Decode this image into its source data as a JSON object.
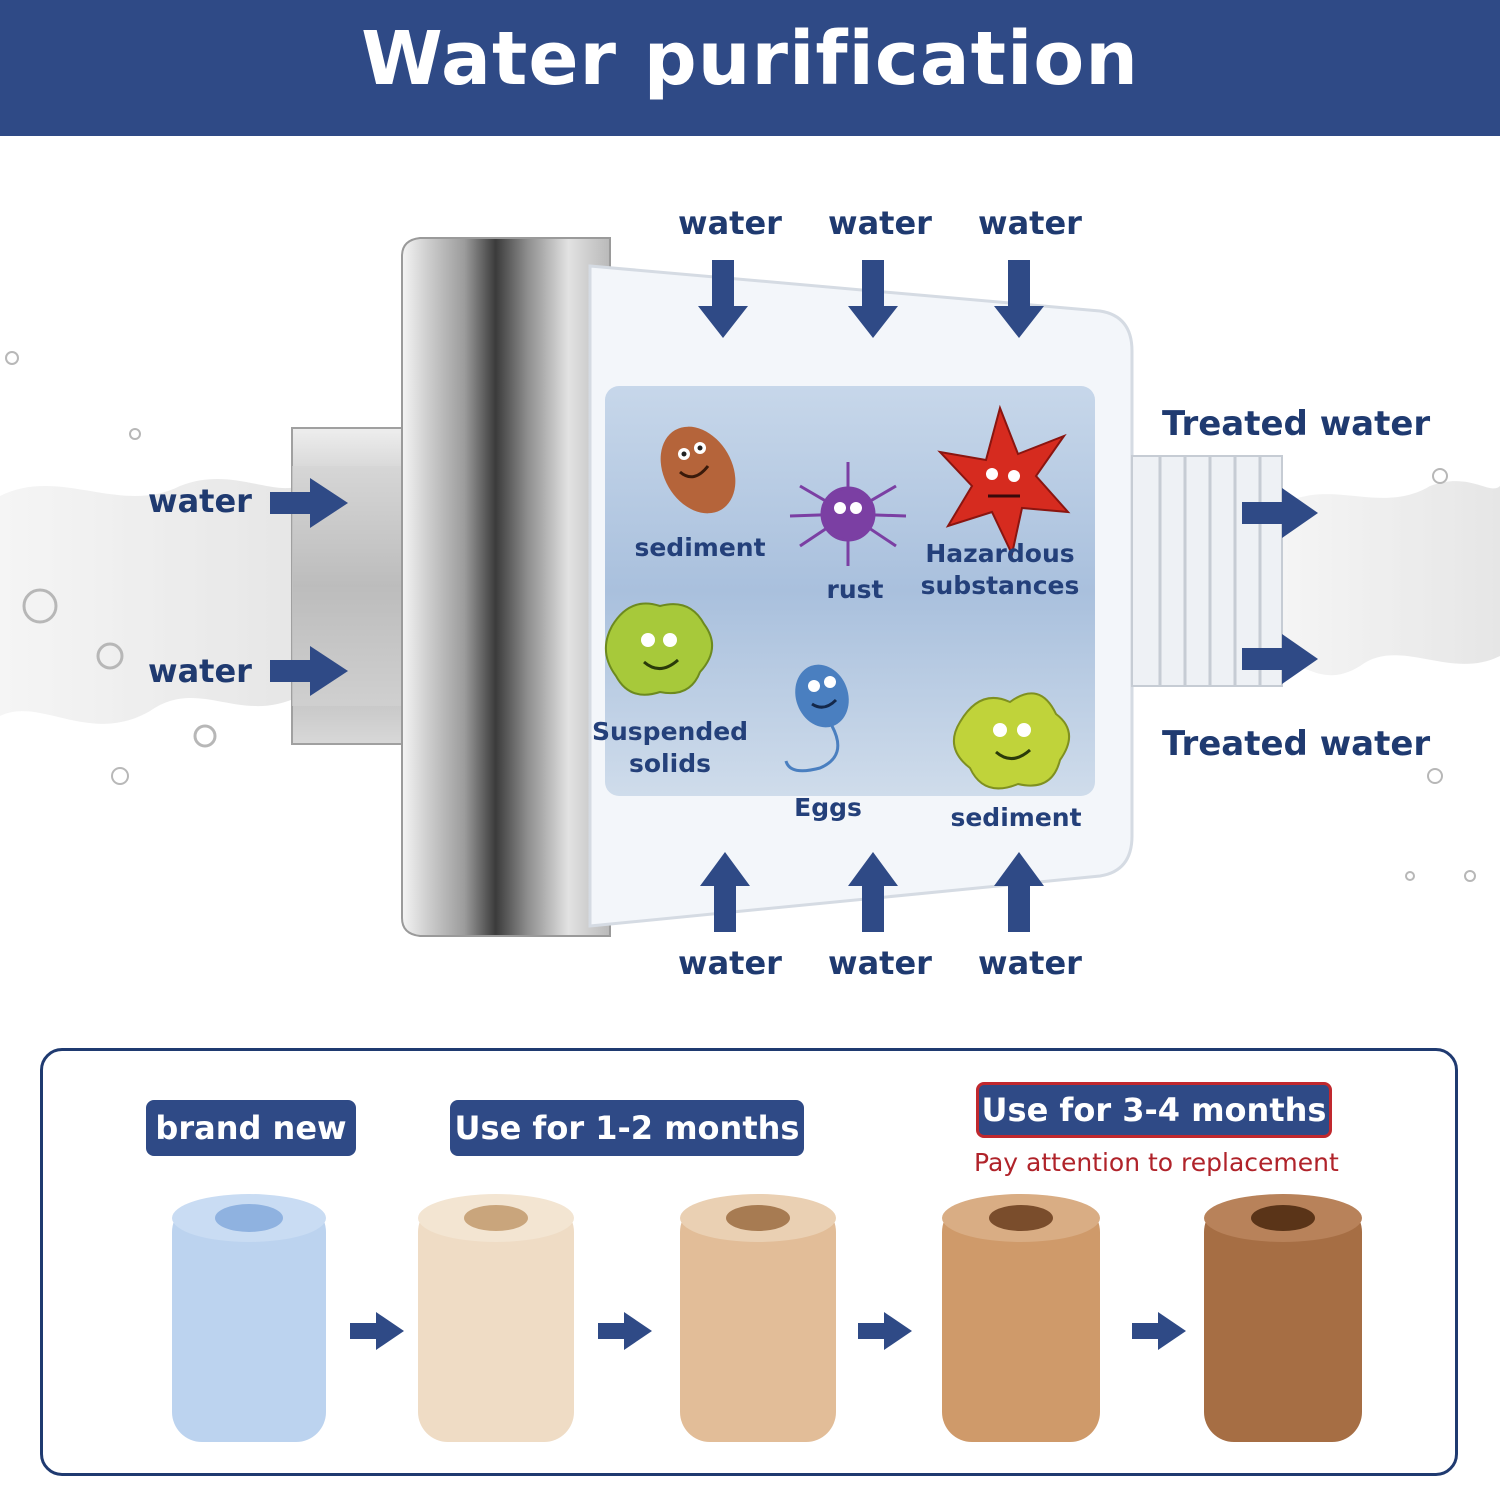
{
  "header": {
    "title": "Water purification"
  },
  "diagram": {
    "inlet_top": [
      "water",
      "water",
      "water"
    ],
    "inlet_bottom": [
      "water",
      "water",
      "water"
    ],
    "inlet_left": [
      "water",
      "water"
    ],
    "outlet": [
      "Treated water",
      "Treated water"
    ],
    "contaminants": [
      {
        "label": "sediment",
        "icon": "bacteria-brown-icon",
        "color": "#b5643a"
      },
      {
        "label": "rust",
        "icon": "virus-purple-icon",
        "color": "#7b3fa3"
      },
      {
        "label": "Hazardous substances",
        "icon": "star-germ-red-icon",
        "color": "#d62b1f"
      },
      {
        "label": "Suspended solids",
        "icon": "germ-green-icon",
        "color": "#a7c93a"
      },
      {
        "label": "Eggs",
        "icon": "bacterium-blue-icon",
        "color": "#4a7fc0"
      },
      {
        "label": "sediment",
        "icon": "splat-green-icon",
        "color": "#c0d33a"
      }
    ]
  },
  "lifecycle": {
    "stages": [
      {
        "label": "brand new"
      },
      {
        "label": "Use for 1-2 months"
      },
      {
        "label": "Use for 3-4 months",
        "warning": "Pay attention to replacement"
      }
    ],
    "cartridges": [
      {
        "color": "#bcd3ef"
      },
      {
        "color": "#efdcc5"
      },
      {
        "color": "#e2bd98"
      },
      {
        "color": "#cf9a6a"
      },
      {
        "color": "#a66e44"
      }
    ]
  },
  "colors": {
    "banner": "#2f4a86",
    "arrow": "#2f4a86",
    "warning": "#b0232a"
  }
}
